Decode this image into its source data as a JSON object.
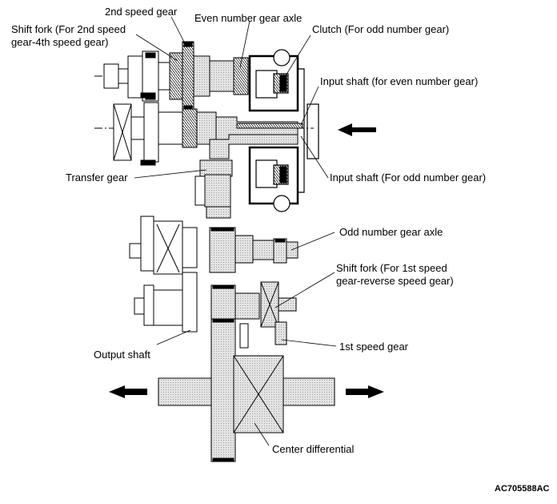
{
  "labels": {
    "second_speed_gear": "2nd speed gear",
    "shift_fork_2_4": "Shift fork (For 2nd speed\ngear-4th speed gear)",
    "even_gear_axle": "Even number gear axle",
    "clutch_odd": "Clutch (For odd number gear)",
    "input_shaft_even": "Input shaft (for even number gear)",
    "input_shaft_odd": "Input shaft (For odd number gear)",
    "transfer_gear": "Transfer gear",
    "odd_gear_axle": "Odd number gear axle",
    "shift_fork_1_rev": "Shift fork (For 1st speed\ngear-reverse speed gear)",
    "first_speed_gear": "1st speed gear",
    "output_shaft": "Output shaft",
    "center_differential": "Center differential"
  },
  "figure_code": "AC705588AC",
  "colors": {
    "gear_fill": "#d9d9d9",
    "line": "#000000",
    "arrow": "#000000"
  }
}
